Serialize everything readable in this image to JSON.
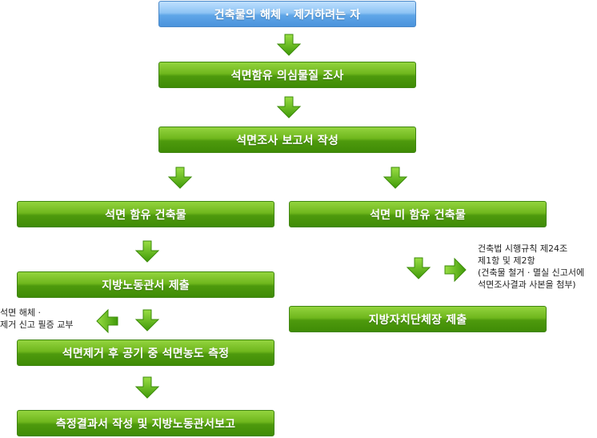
{
  "boxes": {
    "start": "건축물의 해체 · 제거하려는 자",
    "survey": "석면함유 의심물질 조사",
    "report": "석면조사 보고서 작성",
    "contains": "석면 함유 건축물",
    "not_contains": "석면 미 함유 건축물",
    "labor_submit": "지방노동관서 제출",
    "measure": "석면제거 후 공기 중 석면농도 측정",
    "final": "측정결과서 작성 및 지방노동관서보고",
    "local_gov": "지방자치단체장 제출"
  },
  "notes": {
    "left_note": "석면 해체 ·\n제거 신고 필증 교부",
    "right_note": "건축법 시행규칙 제24조\n제1항 및 제2항\n(건축물 철거 · 멸실 신고서에\n석면조사결과 사본을 첨부)"
  },
  "colors": {
    "green": "#5aa814",
    "blue": "#6aaeea",
    "arrow": "#5cb81a"
  }
}
